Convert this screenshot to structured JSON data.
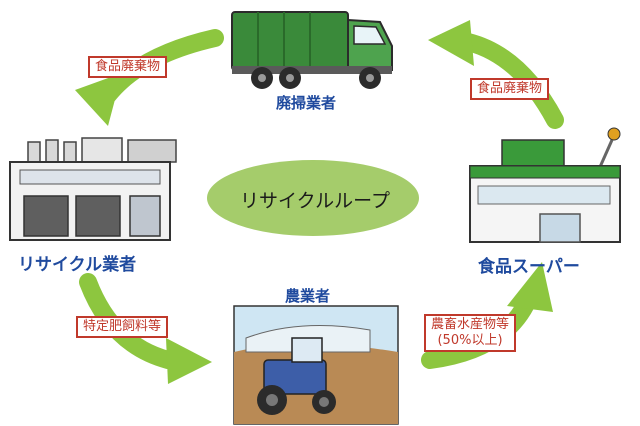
{
  "center": {
    "label": "リサイクルループ"
  },
  "nodes": {
    "waste_collector": {
      "label": "廃掃業者"
    },
    "recycler": {
      "label": "リサイクル業者"
    },
    "farmer": {
      "label": "農業者"
    },
    "supermarket": {
      "label": "食品スーパー"
    }
  },
  "flows": {
    "collector_to_recycler": {
      "label": "食品廃棄物"
    },
    "supermarket_to_collector": {
      "label": "食品廃棄物"
    },
    "recycler_to_farmer": {
      "label": "特定肥飼料等"
    },
    "farmer_to_supermarket": {
      "line1": "農畜水産物等",
      "line2": "(50%以上)"
    }
  },
  "colors": {
    "arrow": "#8dc63f",
    "loop_ellipse": "#a5cc6b",
    "label_text": "#1f4a9e",
    "tag_border": "#c0392b",
    "truck": "#3a8a3a"
  }
}
